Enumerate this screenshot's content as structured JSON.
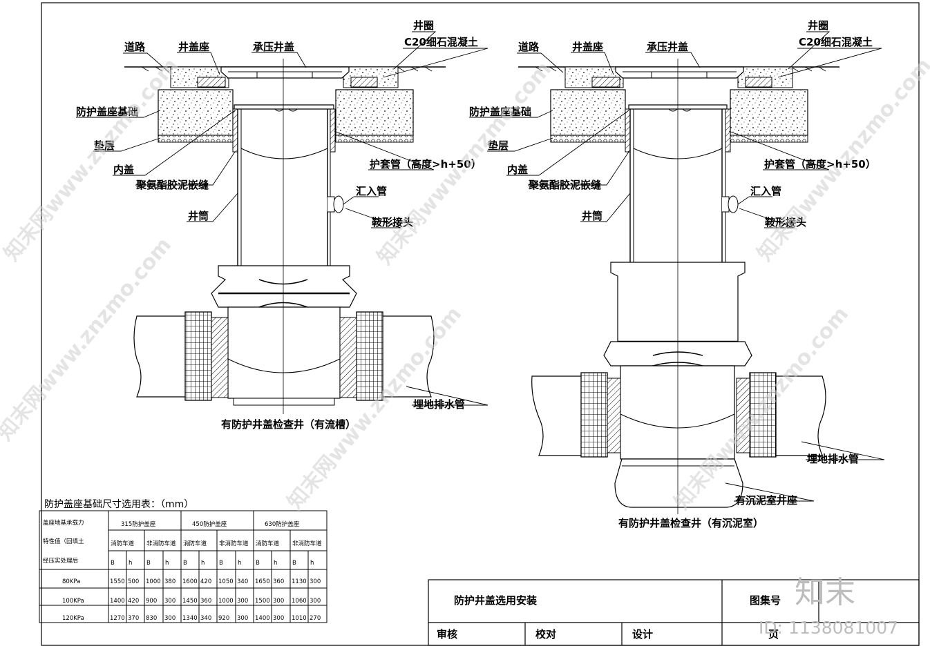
{
  "left_diagram": {
    "title": "有防护井盖检查井（有流槽）",
    "labels": {
      "road": "道路",
      "seat": "井盖座",
      "lid": "承压井盖",
      "ring": "井圈",
      "concrete": "C20细石混凝土",
      "base": "防护盖座基础",
      "cushion": "垫层",
      "inner_lid": "内盖",
      "sealant": "聚氨酯胶泥嵌缝",
      "sleeve": "护套管（高度>h+50）",
      "inlet": "汇入管",
      "saddle": "鞍形接头",
      "shaft": "井筒",
      "drain": "埋地排水管"
    }
  },
  "right_diagram": {
    "title": "有防护井盖检查井（有沉泥室）",
    "labels": {
      "road": "道路",
      "seat": "井盖座",
      "lid": "承压井盖",
      "ring": "井圈",
      "concrete": "C20细石混凝土",
      "base": "防护盖座基础",
      "cushion": "垫层",
      "inner_lid": "内盖",
      "sealant": "聚氨酯胶泥嵌缝",
      "sleeve": "护套管（高度>h+50）",
      "inlet": "汇入管",
      "saddle": "鞍形接头",
      "shaft": "井筒",
      "drain": "埋地排水管",
      "sump": "有沉泥室井座"
    }
  },
  "table": {
    "title": "防护盖座基础尺寸选用表：（mm）",
    "side_header": [
      "盖座地基承载力",
      "特性值（回填土",
      "经压实处理后"
    ],
    "groups": [
      "315防护盖座",
      "450防护盖座",
      "630防护盖座"
    ],
    "subgroups": [
      "消防车道",
      "非消防车道"
    ],
    "cols": [
      "B",
      "h"
    ],
    "rows": [
      {
        "label": "80KPa",
        "values": [
          "1550",
          "500",
          "1000",
          "380",
          "1600",
          "420",
          "1050",
          "340",
          "1650",
          "360",
          "1130",
          "300"
        ]
      },
      {
        "label": "100KPa",
        "values": [
          "1400",
          "420",
          "900",
          "300",
          "1450",
          "360",
          "1000",
          "300",
          "1500",
          "300",
          "1060",
          "300"
        ]
      },
      {
        "label": "120KPa",
        "values": [
          "1270",
          "370",
          "830",
          "300",
          "1340",
          "340",
          "920",
          "300",
          "1400",
          "300",
          "1010",
          "270"
        ]
      }
    ]
  },
  "title_block": {
    "name": "防护井盖选用安装",
    "atlas_no": "图集号",
    "review": "审核",
    "check": "校对",
    "design": "设计",
    "page": "页"
  },
  "watermark": {
    "text": "知末网www.znzmo.com",
    "brand": "知末",
    "id": "ID: 1138081007"
  }
}
